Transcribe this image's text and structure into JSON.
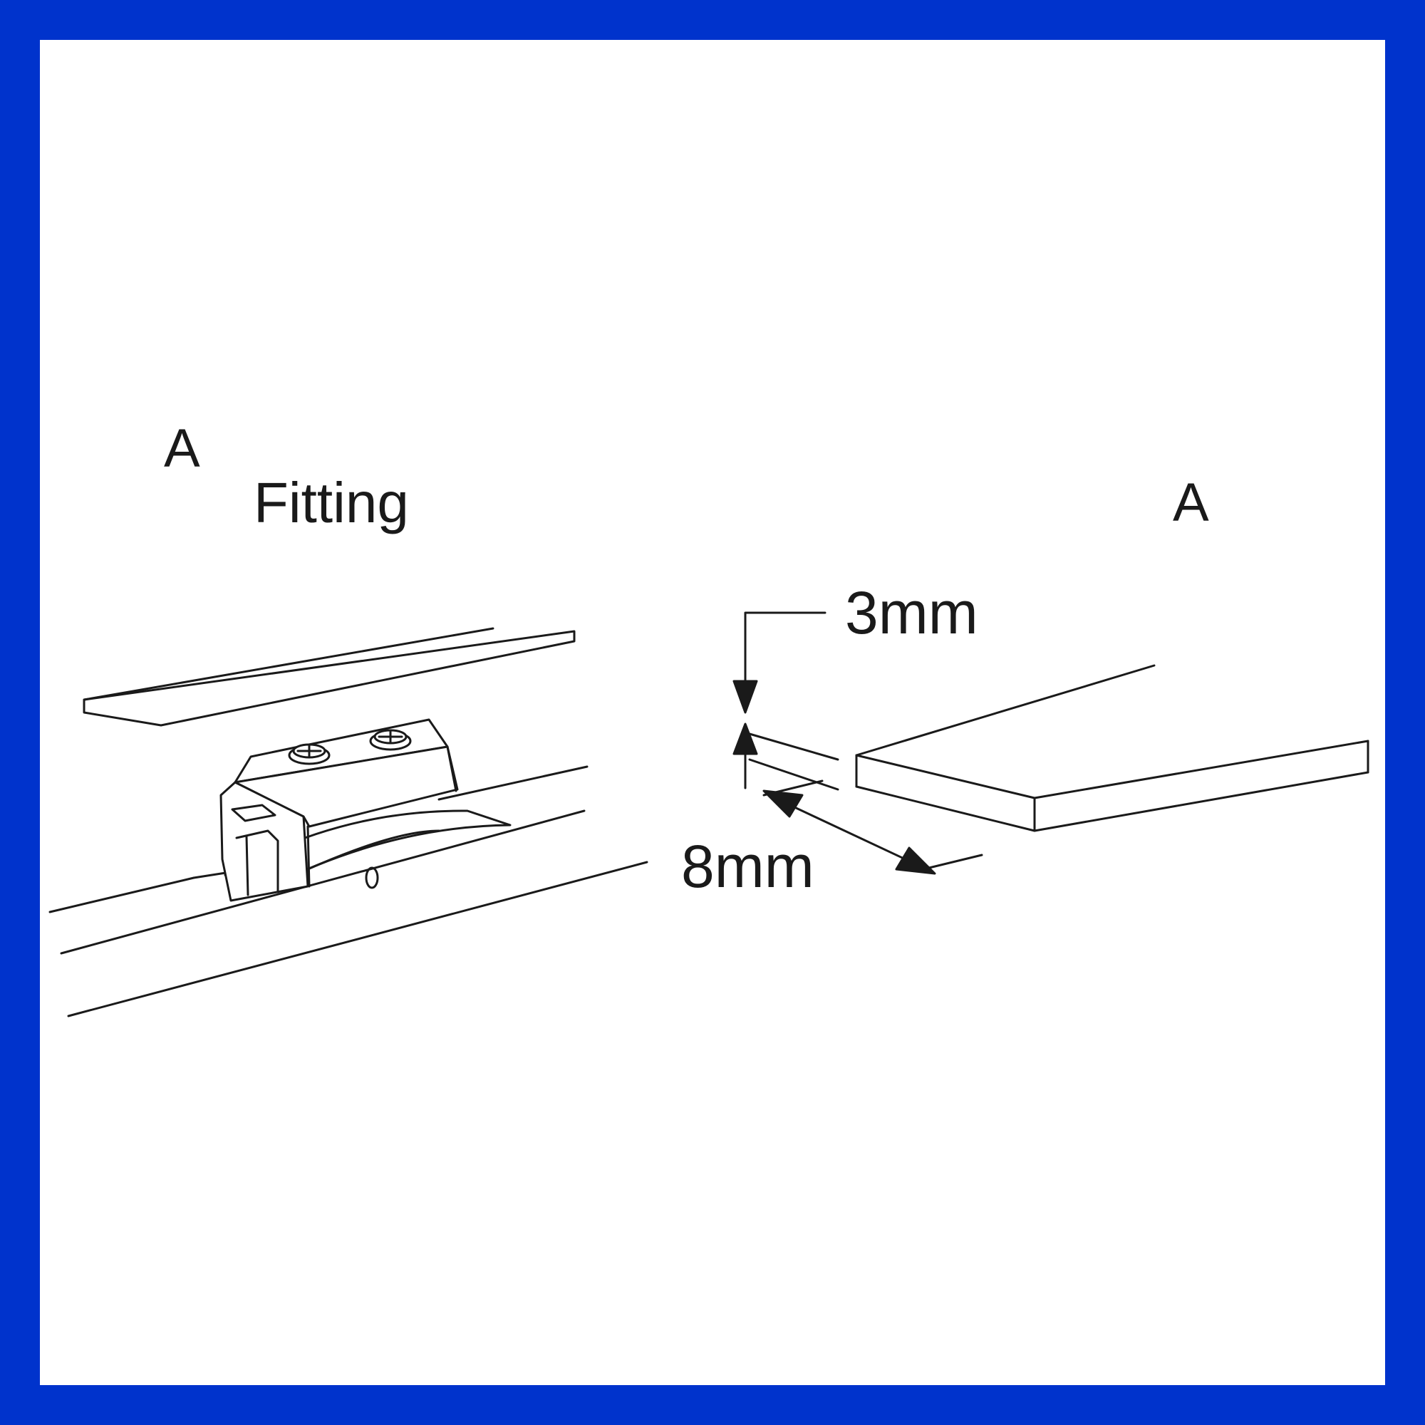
{
  "colors": {
    "border": "#0033cc",
    "background": "#ffffff",
    "ink": "#1a1a1a"
  },
  "labels": {
    "section_left": "A",
    "fitting": "Fitting",
    "section_right": "A",
    "thickness": "3mm",
    "width": "8mm"
  }
}
